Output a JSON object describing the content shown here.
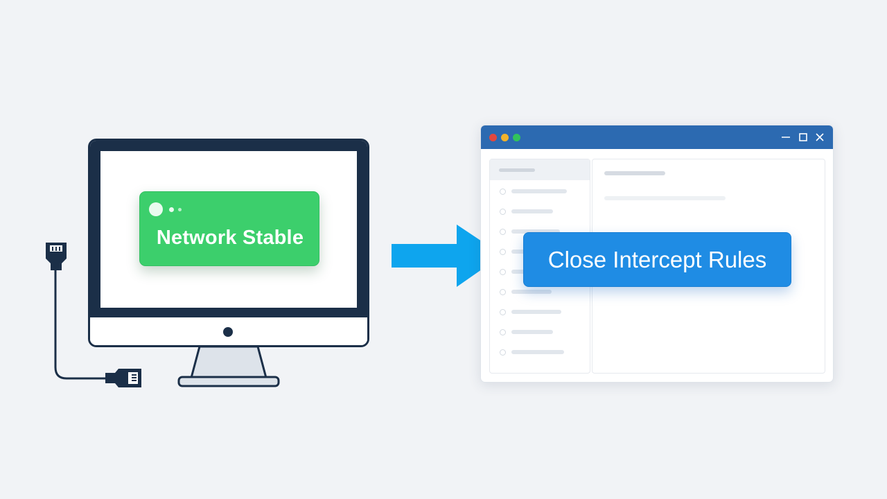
{
  "monitor": {
    "status_card": {
      "label": "Network Stable",
      "color": "#3ccf6c"
    },
    "frame_color": "#1b2f48"
  },
  "connector": {
    "icon": "ethernet-cable-icon"
  },
  "arrow": {
    "icon": "arrow-right-icon",
    "color": "#0ea5ee"
  },
  "app_window": {
    "titlebar_color": "#2c6ab1",
    "controls": [
      "minimize-icon",
      "maximize-icon",
      "close-icon"
    ],
    "sidebar_rows": 9,
    "action_button": {
      "label": "Close Intercept Rules",
      "color": "#1f8ce4"
    }
  }
}
